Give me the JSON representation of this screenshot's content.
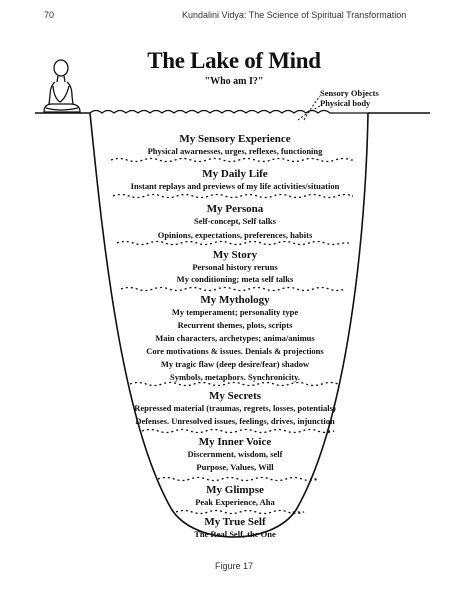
{
  "page": {
    "number": "70",
    "running_head": "Kundalini Vidya:  The Science of Spiritual Transformation",
    "caption": "Figure 17"
  },
  "diagram": {
    "title": "The Lake of Mind",
    "subtitle": "\"Who am I?\"",
    "side_labels": [
      "Sensory Objects",
      "Physical body"
    ],
    "layers": [
      {
        "heading": "My Sensory Experience",
        "lines": [
          "Physical awarnesses, urges, reflexes, functioning"
        ]
      },
      {
        "heading": "My Daily Life",
        "lines": [
          "Instant replays and previews of my life activities/situation"
        ]
      },
      {
        "heading": "My Persona",
        "lines": [
          "Self-concept, Self talks",
          "Opinions, expectations, preferences, habits"
        ]
      },
      {
        "heading": "My Story",
        "lines": [
          "Personal history reruns",
          "My conditioning; meta self talks"
        ]
      },
      {
        "heading": "My Mythology",
        "lines": [
          "My temperament; personality type",
          "Recurrent themes, plots, scripts",
          "Main characters, archetypes; anima/animus",
          "Core motivations & issues.  Denials & projections",
          "My tragic flaw (deep desire/fear) shadow",
          "Symbols, metaphors.  Synchronicity."
        ]
      },
      {
        "heading": "My Secrets",
        "lines": [
          "Repressed material (traumas, regrets, losses, potentials)",
          "Defenses. Unresolved issues, feelings, drives, injunction"
        ]
      },
      {
        "heading": "My Inner Voice",
        "lines": [
          "Discernment, wisdom, self",
          "Purpose, Values, Will"
        ]
      },
      {
        "heading": "My Glimpse",
        "lines": [
          "Peak Experience, Aha"
        ]
      },
      {
        "heading": "My True Self",
        "lines": [
          "The Real Self, the One"
        ]
      }
    ]
  }
}
